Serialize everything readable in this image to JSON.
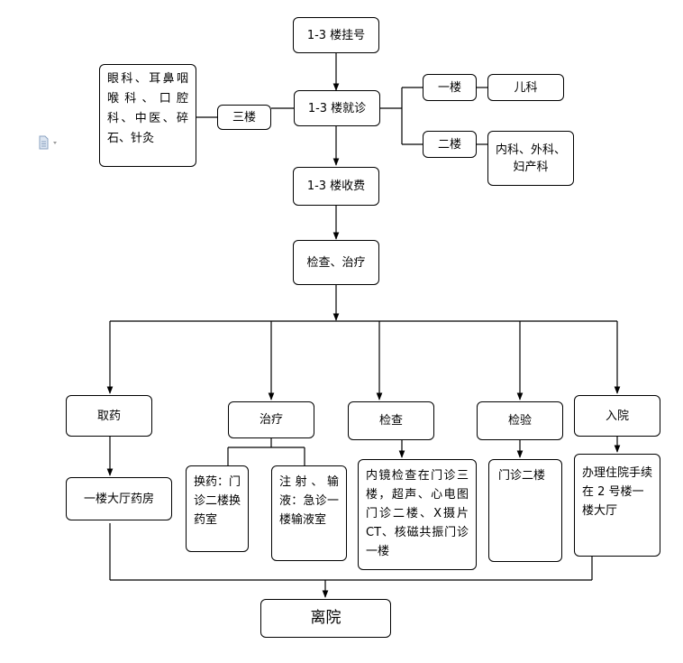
{
  "nodes": {
    "register": "1-3 楼挂号",
    "consult": "1-3 楼就诊",
    "payment": "1-3 楼收费",
    "exam_treat": "检查、治疗",
    "floor3": "三楼",
    "floor3_depts": "眼科、耳鼻咽喉科、口腔科、中医、碎石、针灸",
    "floor1": "一楼",
    "pediatrics": "儿科",
    "floor2": "二楼",
    "floor2_depts": "内科、外科、妇产科",
    "medicine": "取药",
    "pharmacy": "一楼大厅药房",
    "treatment": "治疗",
    "dressing": "换药：门诊二楼换药室",
    "injection": "注射、输液：急诊一楼输液室",
    "examination": "检查",
    "exam_detail": "内镜检查在门诊三楼，超声、心电图门诊二楼、X摄片 CT、核磁共振门诊一楼",
    "lab_test": "检验",
    "lab_detail": "门诊二楼",
    "admission": "入院",
    "admission_detail": "办理住院手续在 2 号楼一楼大厅",
    "leave": "离院"
  },
  "icons": {
    "doc": "document-icon"
  }
}
